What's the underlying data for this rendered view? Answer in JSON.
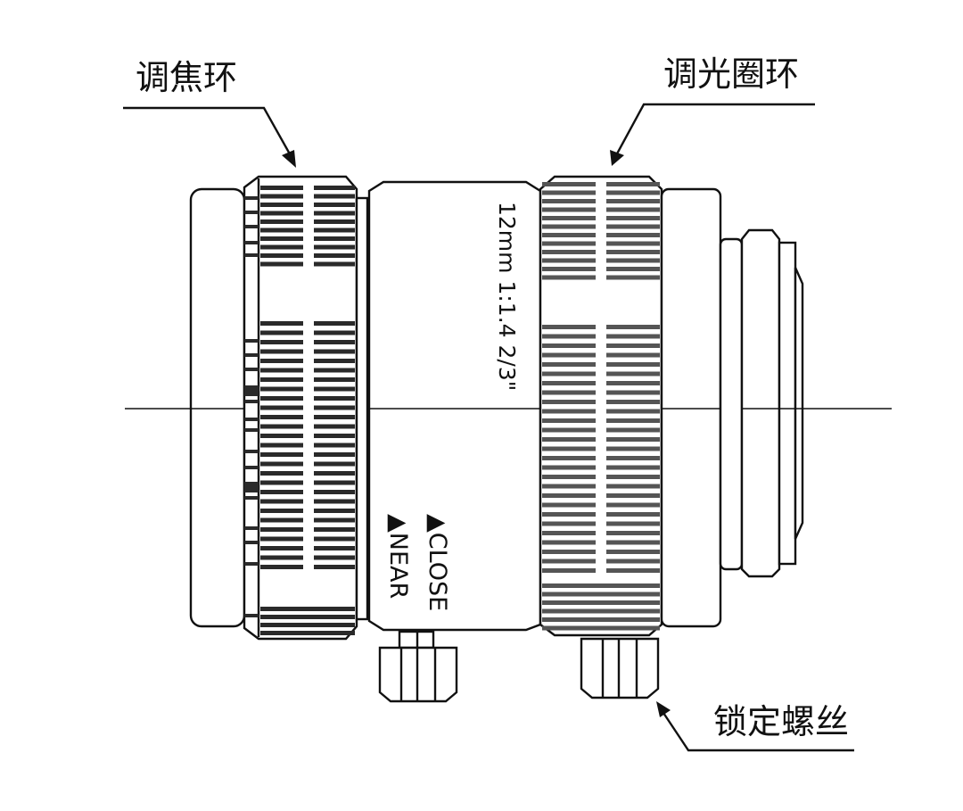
{
  "labels": {
    "focus_ring": "调焦环",
    "aperture_ring": "调光圈环",
    "lock_screw": "锁定螺丝"
  },
  "barrel": {
    "spec_text": "12mm  1:1.4  2/3\"",
    "marking_close": "▲CLOSE",
    "marking_near": "▲NEAR"
  },
  "colors": {
    "line": "#111111",
    "focus_grip": "#2a2a2a",
    "aperture_grip": "#555555",
    "background": "#ffffff"
  }
}
